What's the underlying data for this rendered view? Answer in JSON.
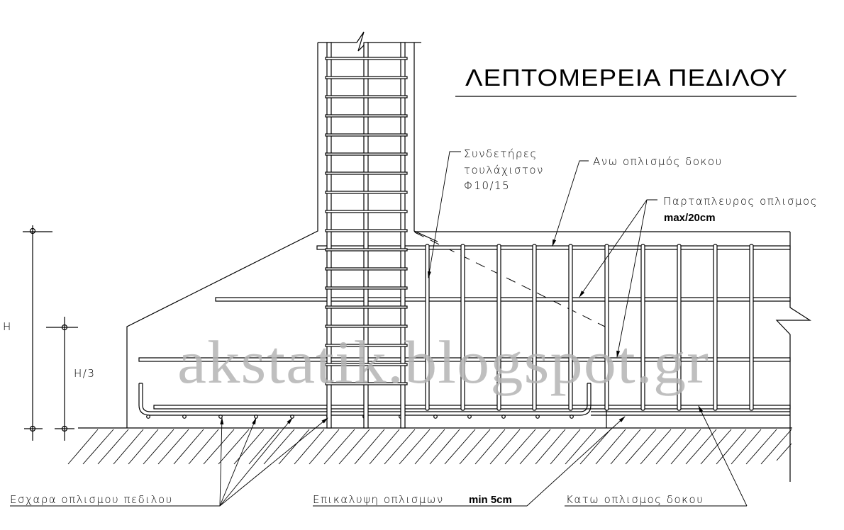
{
  "title": "ΛΕΠΤΟΜΕΡΕΙΑ ΠΕΔΙΛΟΥ",
  "watermark": "akstatik.blogspot.gr",
  "dimensions": {
    "full_height": "H",
    "third_height": "H/3"
  },
  "labels": {
    "stirrups_line1": "Συνδετήρες",
    "stirrups_line2": "τουλάχιστον",
    "stirrups_line3": "Φ10/15",
    "top_beam_rebar": "Ανω οπλισμός  δοκου",
    "side_rebar": "Παρταπλευρος οπλισμος",
    "side_rebar_spacing": "max/20cm",
    "footing_mesh": "Εσχαρα οπλισμου πεδιλου",
    "cover_text": "Επικαλυψη οπλισμων",
    "cover_value": "min 5cm",
    "bottom_beam_rebar": "Κατω οπλισμος δοκου"
  },
  "colors": {
    "line": "#000000",
    "background": "#ffffff",
    "watermark": "#b4b4b4"
  }
}
